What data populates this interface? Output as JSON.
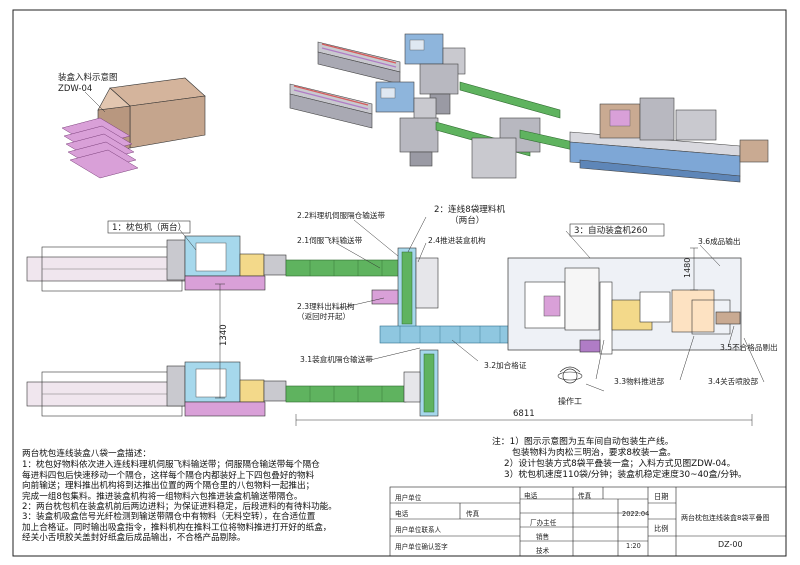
{
  "labels": {
    "carton_diagram": [
      "装盒入料示意图",
      "ZDW-04"
    ],
    "pillow_machine": "1：枕包机（两台）",
    "sort_machine": [
      "2：连线8袋理料机",
      "（两台）"
    ],
    "cartoner": "3：自动装盒机260",
    "conv_22": "2.2料理机伺服隔仓输送带",
    "conv_21": "2.1伺服飞料输送带",
    "push_24": "2.4推进装盒机构",
    "unload_23": [
      "2.3理料出料机构",
      "（返回时开起）"
    ],
    "conv_31": "3.1装盒机隔仓输送带",
    "cert_32": "3.2加合格证",
    "push_33": "3.3物料推进部",
    "glue_34": "3.4关舌喷胶部",
    "reject_35": "3.5不合格品剔出",
    "out_36": "3.6成品输出",
    "operator": "操作工",
    "dim_1340": "1340",
    "dim_6811": "6811",
    "dim_1480": "1480"
  },
  "description": {
    "title": "两台枕包连线装盒八袋一盒描述：",
    "lines": [
      "1：枕包好物料依次进入连线料理机伺服飞料输送带；伺服隔仓输送带每个隔仓",
      "每进料四包后快速移动一个隔仓，这样每个隔仓内都装好上下四包叠好的物料",
      "向前输送；理料推出机构将到达推出位置的两个隔仓里的八包物料一起推出；",
      "完成一组8包集料。推进装盒机构将一组物料六包推进装盒机输送带隔仓。",
      "2：两台枕包机在装盒机前后两边进料；为保证进料稳定，后段进料的有待料功能。",
      "3：装盒机吸盒信号光纤检测到输送带隔仓中有物料（无料空转），在合适位置",
      "加上合格证。同时输出吸盒指令，推料机构在推料工位将物料推进打开好的纸盒，",
      "经关小舌喷胶关盖封好纸盒后成品输出，不合格产品剔除。"
    ]
  },
  "notes": {
    "lines": [
      "注：1）图示示意图为五车间自动包装生产线。",
      "包装物料为肉松三明治，要求8枚装一盒。",
      "2）设计包装方式8袋平叠装一盒；入料方式见图ZDW-04。",
      "3）枕包机速度110袋/分钟；装盒机稳定速度30~40盒/分钟。"
    ]
  },
  "title_block": {
    "user_unit": "用户单位",
    "phone": "电话",
    "fax": "传真",
    "user_contact": "用户单位联系人",
    "user_confirm": "用户单位确认签字",
    "phone2": "电话",
    "fax2": "传真",
    "factory_director": "厂办主任",
    "sales": "销售",
    "technical": "技术",
    "date_label": "日期",
    "date_value": "2022.04",
    "scale_label": "比例",
    "scale_value": "1:20",
    "drawing_title": "两台枕包连线装盒8袋平叠图",
    "drawing_no": "DZ-00"
  },
  "colors": {
    "line": "#2a2a2a",
    "green_conveyor": "#5fb35f",
    "blue_conveyor": "#8fc7e0",
    "purple": "#b07cc6",
    "machine_grey": "#c9c9cf",
    "cabinet_blue": "#7ea7d6",
    "cardboard": "#c9aa92",
    "pink_box": "#d9a0d8"
  }
}
